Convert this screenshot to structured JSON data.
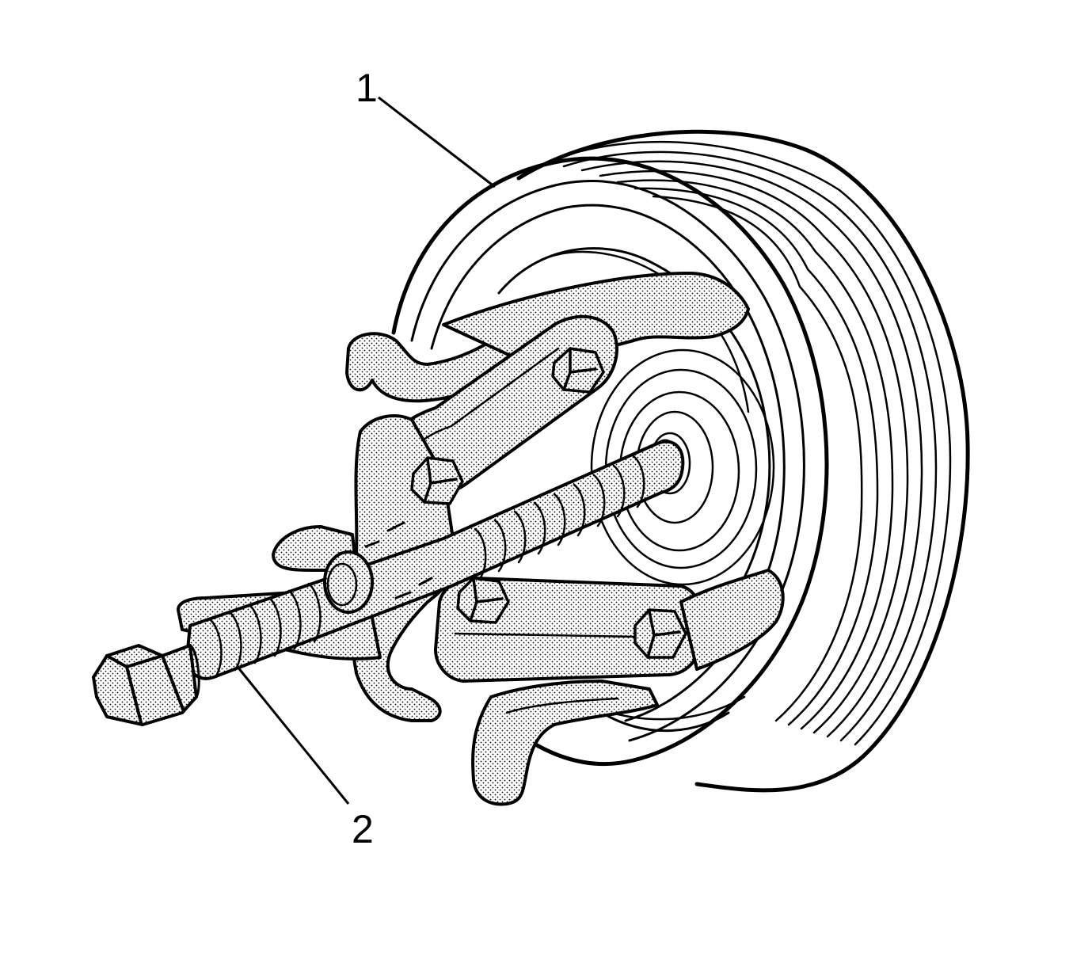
{
  "diagram": {
    "colors": {
      "line": "#000000",
      "fill": "#ffffff",
      "stipple": "#000000",
      "background": "#ffffff"
    },
    "callouts": [
      {
        "id": "1",
        "label": "1",
        "refers_to": "pulley"
      },
      {
        "id": "2",
        "label": "2",
        "refers_to": "puller-tool"
      }
    ],
    "icons": {
      "pulley": "grooved-pulley",
      "tool": "three-jaw-puller"
    }
  }
}
